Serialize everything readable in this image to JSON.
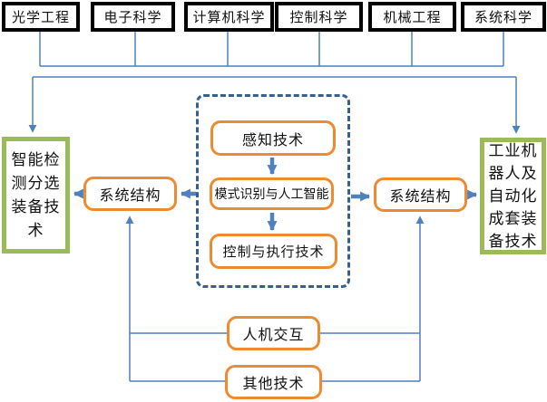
{
  "diagram": {
    "disciplines": [
      {
        "label": "光学工程"
      },
      {
        "label": "电子科学"
      },
      {
        "label": "计算机科学"
      },
      {
        "label": "控制科学"
      },
      {
        "label": "机械工程"
      },
      {
        "label": "系统科学"
      }
    ],
    "equipment": {
      "left": {
        "label": "智能检测分选装备技术",
        "lines": [
          "智能检",
          "测分选",
          "装备技",
          "术"
        ]
      },
      "right": {
        "label": "工业机器人及自动化成套装备技术",
        "lines": [
          "工业机",
          "器人及",
          "自动化",
          "成套装",
          "备技术"
        ]
      }
    },
    "system_structure": {
      "left_label": "系统结构",
      "right_label": "系统结构"
    },
    "core_technologies": {
      "perception": {
        "label": "感知技术"
      },
      "pattern_ai": {
        "label": "模式识别与人工智能"
      },
      "control_execution": {
        "label": "控制与执行技术"
      }
    },
    "shared_technologies": {
      "hci": {
        "label": "人机交互"
      },
      "other": {
        "label": "其他技术"
      }
    },
    "colors": {
      "connector_blue": "#4F81BD",
      "dashed_frame_blue": "#36608F",
      "node_border_orange": "#ED8B33",
      "equipment_border_green": "#9BBB59",
      "discipline_border_black": "#000000"
    }
  }
}
